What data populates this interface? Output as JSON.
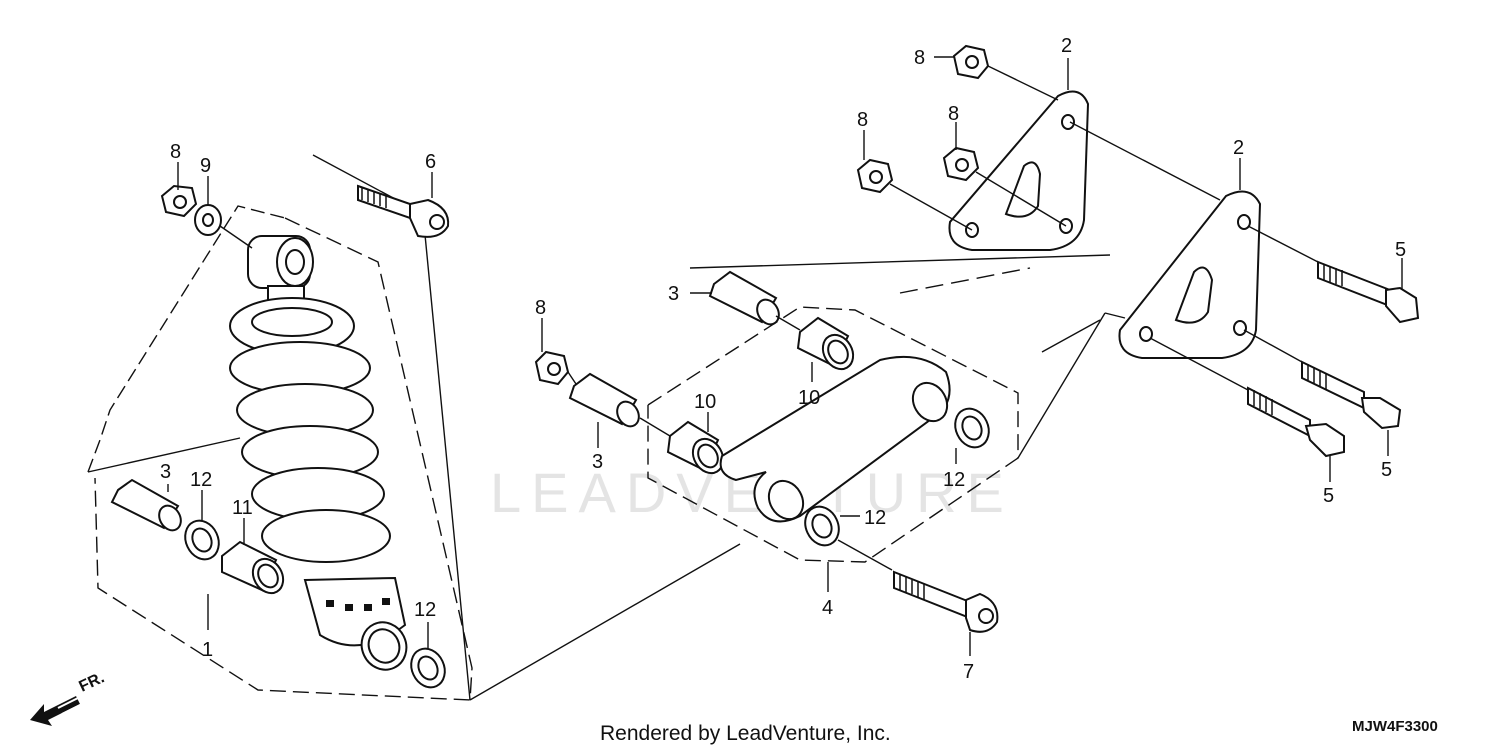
{
  "diagram": {
    "footer": "Rendered by LeadVenture, Inc.",
    "code": "MJW4F3300",
    "front_label": "FR.",
    "watermark": "LEADVENTURE",
    "colors": {
      "line": "#111111",
      "watermark": "#cfcfcf"
    },
    "callouts": {
      "c1": "1",
      "c2a": "2",
      "c2b": "2",
      "c3a": "3",
      "c3b": "3",
      "c3c": "3",
      "c4": "4",
      "c5a": "5",
      "c5b": "5",
      "c5c": "5",
      "c6": "6",
      "c7": "7",
      "c8a": "8",
      "c8b": "8",
      "c8c": "8",
      "c8d": "8",
      "c8e": "8",
      "c9": "9",
      "c10a": "10",
      "c10b": "10",
      "c11": "11",
      "c12a": "12",
      "c12b": "12",
      "c12c": "12",
      "c12d": "12"
    }
  }
}
